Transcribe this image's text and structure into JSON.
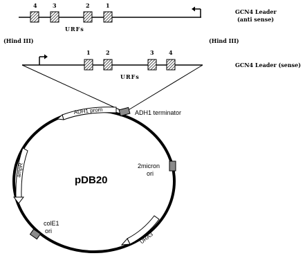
{
  "top_construct": {
    "label_line1": "GCN4 Leader",
    "label_line2": "(anti sense)",
    "urf_numbers": [
      "4",
      "3",
      "2",
      "1"
    ],
    "urfs_label": "URFs"
  },
  "hind_left": "(Hind III)",
  "hind_right": "(Hind III)",
  "bottom_construct": {
    "label": "GCN4 Leader (sense)",
    "urf_numbers": [
      "1",
      "2",
      "3",
      "4"
    ],
    "urfs_label": "URFs"
  },
  "plasmid": {
    "name": "pDB20",
    "features": {
      "adh1_prom": "ADH1 prom",
      "adh1_terminator": "ADH1 terminator",
      "micron_line1": "2micron",
      "micron_line2": "ori",
      "ampr": "ampR",
      "cole1_line1": "colE1",
      "cole1_line2": "ori",
      "ura3": "URA3"
    }
  },
  "colors": {
    "line": "#000000",
    "feature_box": "#8a8a8a",
    "urf_hatch": "#000000"
  }
}
